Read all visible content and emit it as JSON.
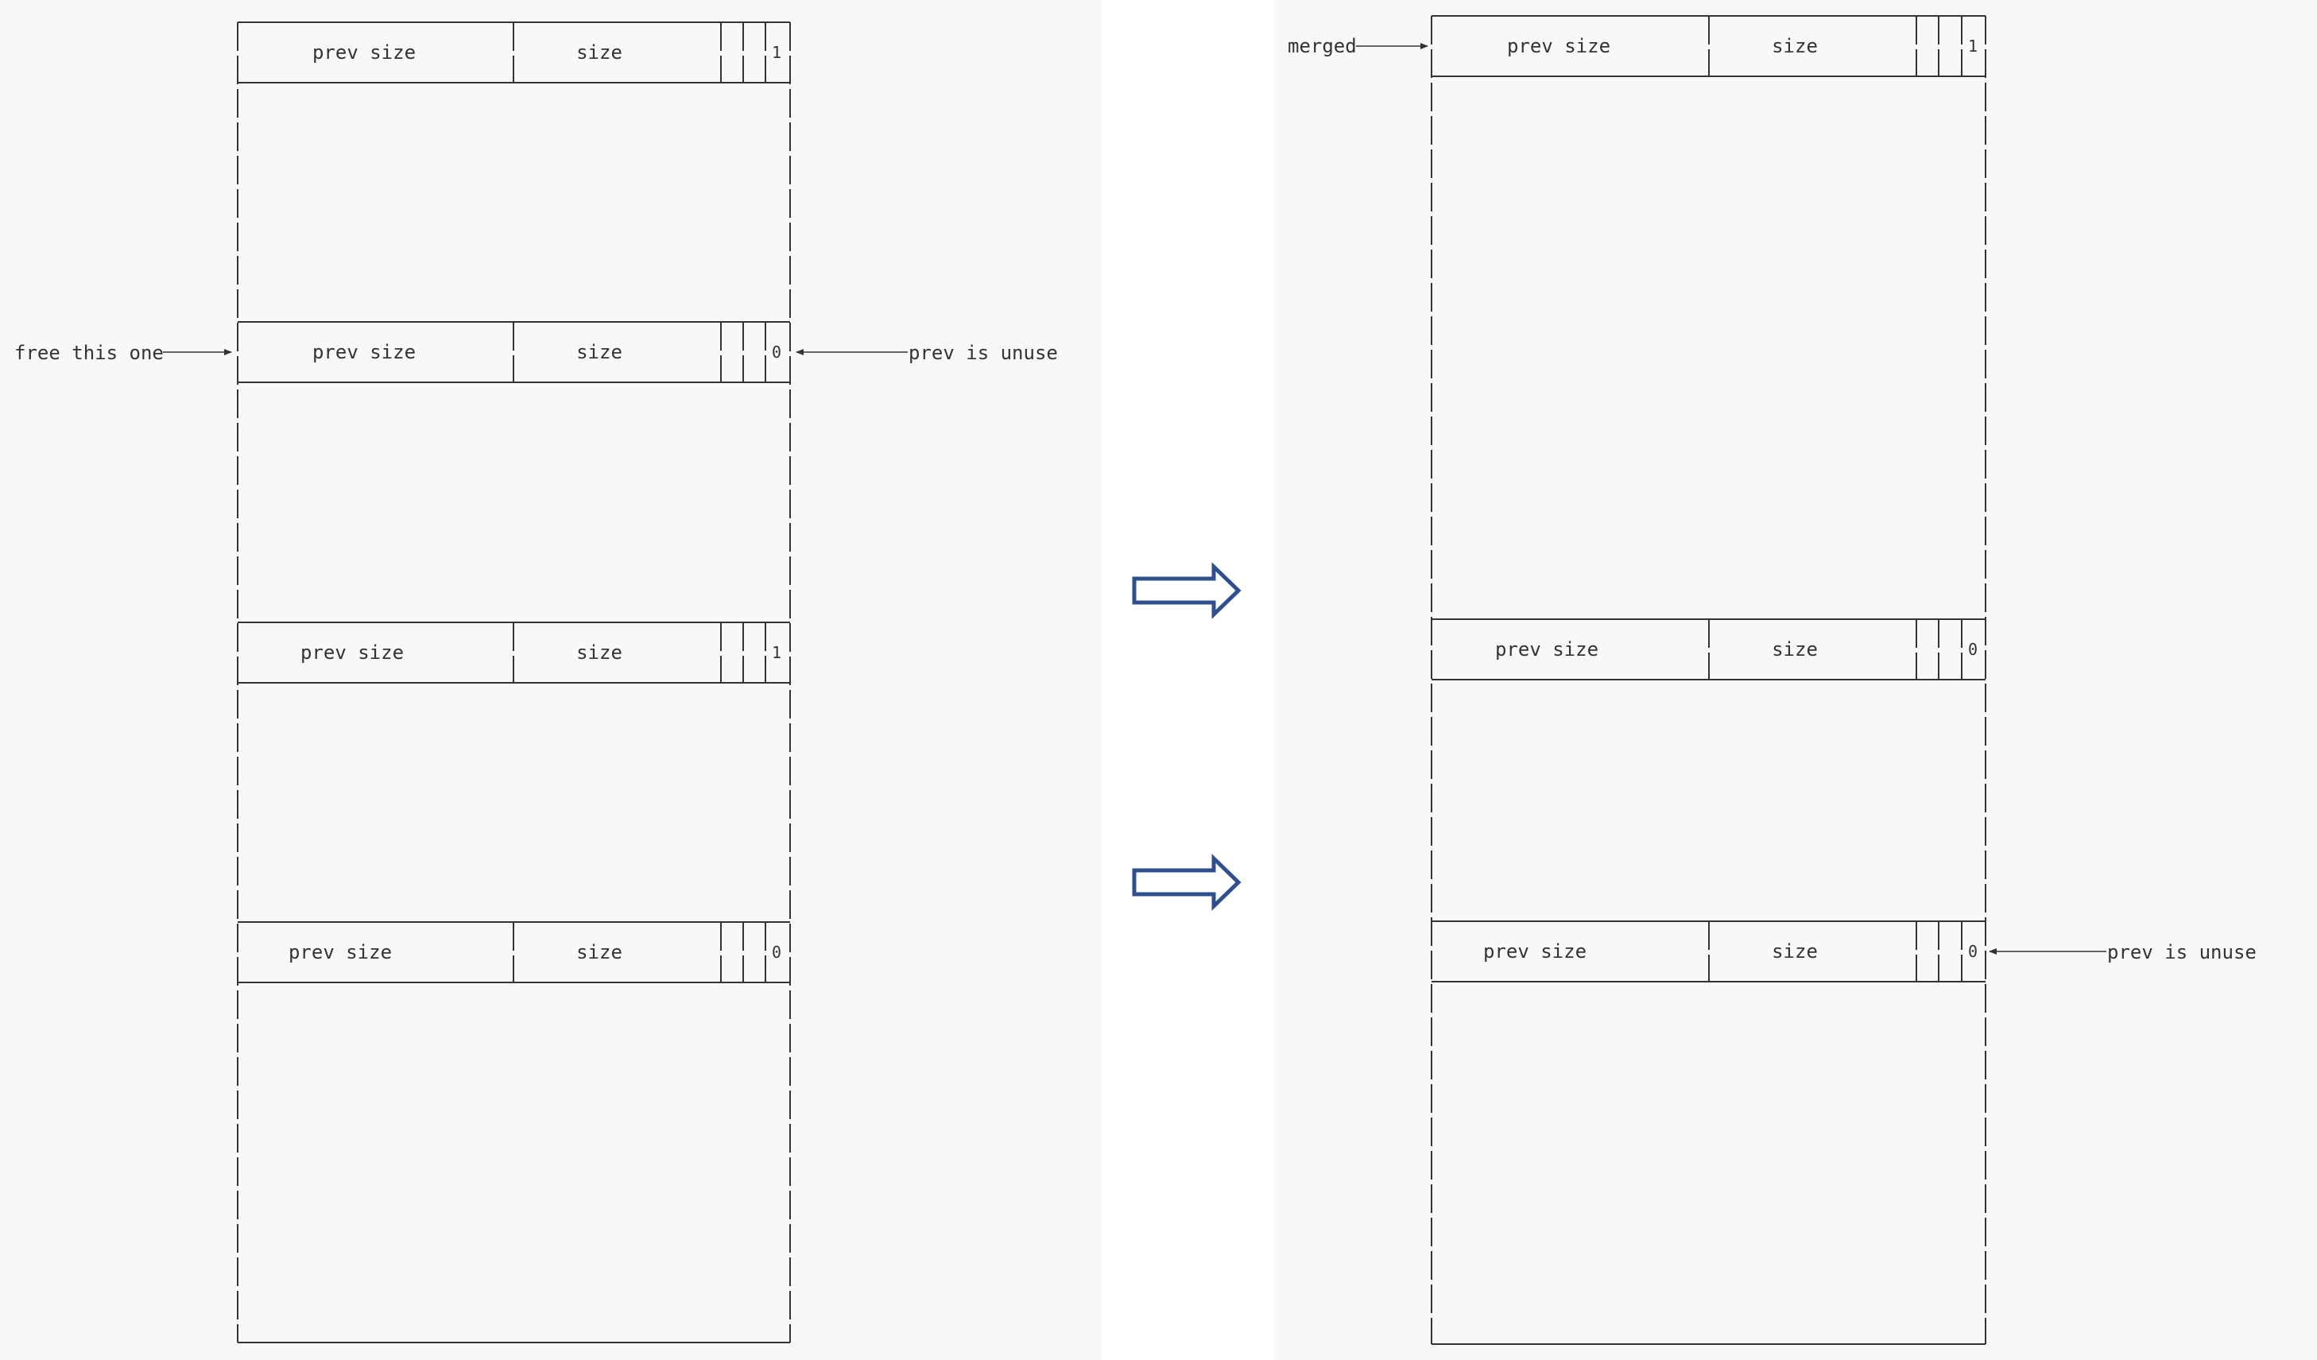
{
  "colors": {
    "panel": "#f8f8f8",
    "ink": "#333333",
    "transition_arrow": "#2f4f8f"
  },
  "left": {
    "chunks": [
      {
        "prev_size": "prev size",
        "size": "size",
        "flag": "1"
      },
      {
        "prev_size": "prev size",
        "size": "size",
        "flag": "0"
      },
      {
        "prev_size": "prev size",
        "size": "size",
        "flag": "1"
      },
      {
        "prev_size": "prev size",
        "size": "size",
        "flag": "0"
      }
    ],
    "annotations": {
      "free_label": "free this one",
      "prev_unuse_label": "prev is unuse"
    }
  },
  "right": {
    "chunks": [
      {
        "prev_size": "prev size",
        "size": "size",
        "flag": "1"
      },
      {
        "prev_size": "prev size",
        "size": "size",
        "flag": "0"
      },
      {
        "prev_size": "prev size",
        "size": "size",
        "flag": "0"
      }
    ],
    "annotations": {
      "merged_label": "merged",
      "prev_unuse_label": "prev is unuse"
    }
  },
  "transition_arrows": 2
}
